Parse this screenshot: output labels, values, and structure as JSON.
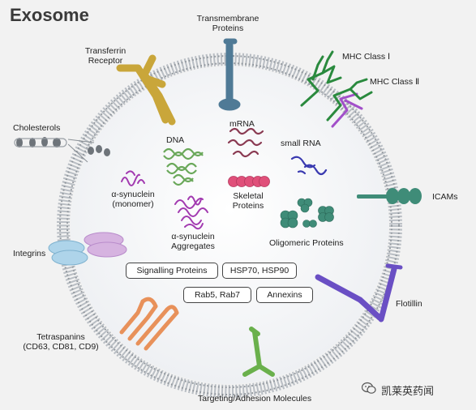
{
  "title": "Exosome",
  "labels": {
    "transmembrane": [
      "Transmembrane",
      "Proteins"
    ],
    "transferrin": [
      "Transferrin",
      "Receptor"
    ],
    "mhc1": "MHC Class Ⅰ",
    "mhc2": "MHC Class Ⅱ",
    "cholesterols": "Cholesterols",
    "dna": "DNA",
    "mrna": "mRNA",
    "small_rna": "small RNA",
    "alpha_mono": [
      "α-synuclein",
      "(monomer)"
    ],
    "skeletal": [
      "Skeletal",
      "Proteins"
    ],
    "icams": "ICAMs",
    "alpha_agg": [
      "α-synuclein",
      "Aggregates"
    ],
    "oligomeric": "Oligomeric Proteins",
    "integrins": "Integrins",
    "flotillin": "Flotillin",
    "tetraspanins": [
      "Tetraspanins",
      "(CD63, CD81, CD9)"
    ],
    "targeting": "Targeting/Adhesion Molecules"
  },
  "boxes": {
    "signalling": "Signalling Proteins",
    "hsp": "HSP70, HSP90",
    "rab": "Rab5, Rab7",
    "annexins": "Annexins"
  },
  "watermark": "凯莱英药闻",
  "colors": {
    "transferrin": "#c9a63a",
    "transmembrane": "#4f7a96",
    "mhc1": "#2a8a3e",
    "mhc2": "#a24fc9",
    "icams": "#3f8c78",
    "integrins": "#aed4ea",
    "integrins2": "#d6b3e0",
    "flotillin": "#6a4fc4",
    "tetraspanins": "#e8915a",
    "targeting": "#6ab04c",
    "dna": "#6aa85a",
    "mrna": "#8a3a52",
    "small_rna": "#3a3ab0",
    "alpha_syn": "#a23ab0",
    "skeletal": "#e0507a",
    "oligomeric": "#3f8c78"
  }
}
